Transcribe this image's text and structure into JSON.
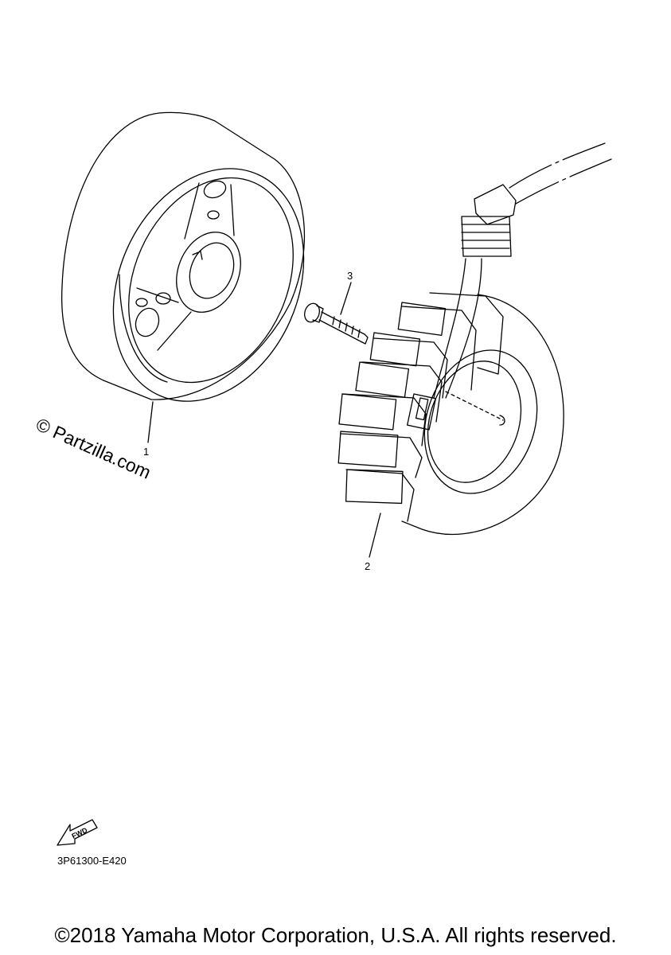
{
  "callouts": {
    "flywheel": "1",
    "stator": "2",
    "bolt": "3"
  },
  "watermark": "© Partzilla.com",
  "fwd_label": "FWD",
  "diagram_code": "3P61300-E420",
  "copyright": "©2018 Yamaha Motor Corporation, U.S.A. All rights reserved.",
  "colors": {
    "line": "#000000",
    "background": "#ffffff"
  }
}
